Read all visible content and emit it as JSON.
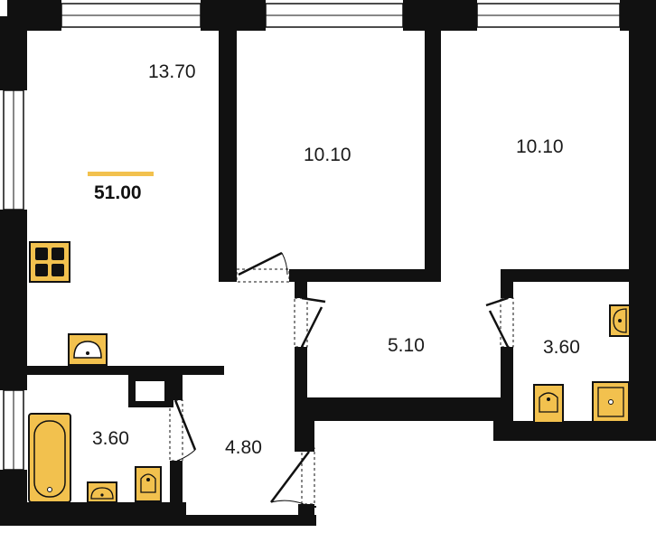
{
  "colors": {
    "wall": "#111111",
    "fixture": "#f2c14e",
    "accent_bar": "#f2c14e",
    "background": "#ffffff"
  },
  "plan": {
    "total_area": "51.00",
    "rooms": [
      {
        "id": "kitchen-living",
        "area": "13.70"
      },
      {
        "id": "bedroom-1",
        "area": "10.10"
      },
      {
        "id": "bedroom-2",
        "area": "10.10"
      },
      {
        "id": "hallway",
        "area": "5.10"
      },
      {
        "id": "bathroom-right",
        "area": "3.60"
      },
      {
        "id": "bathroom-left",
        "area": "3.60"
      },
      {
        "id": "entrance",
        "area": "4.80"
      }
    ]
  },
  "icons": [
    "stove-icon",
    "sink-icon",
    "bathtub-icon",
    "toilet-icon",
    "shower-icon"
  ]
}
